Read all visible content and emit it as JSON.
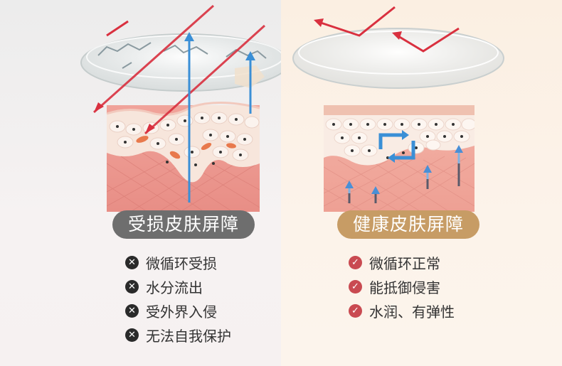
{
  "damaged": {
    "title": "受损皮肤屏障",
    "points": [
      "微循环受损",
      "水分流出",
      "受外界入侵",
      "无法自我保护"
    ]
  },
  "healthy": {
    "title": "健康皮肤屏障",
    "points": [
      "微循环正常",
      "能抵御侵害",
      "水润、有弹性"
    ]
  },
  "icons": {
    "negative": "x-circle-icon",
    "positive": "check-circle-icon"
  },
  "colors": {
    "damaged_pill": "#6e6e6e",
    "healthy_pill": "#c79c65",
    "check": "#c94a51",
    "cross": "#2a2a2a",
    "uv_arrow": "#d9303f",
    "water_arrow": "#3a8fd6"
  }
}
